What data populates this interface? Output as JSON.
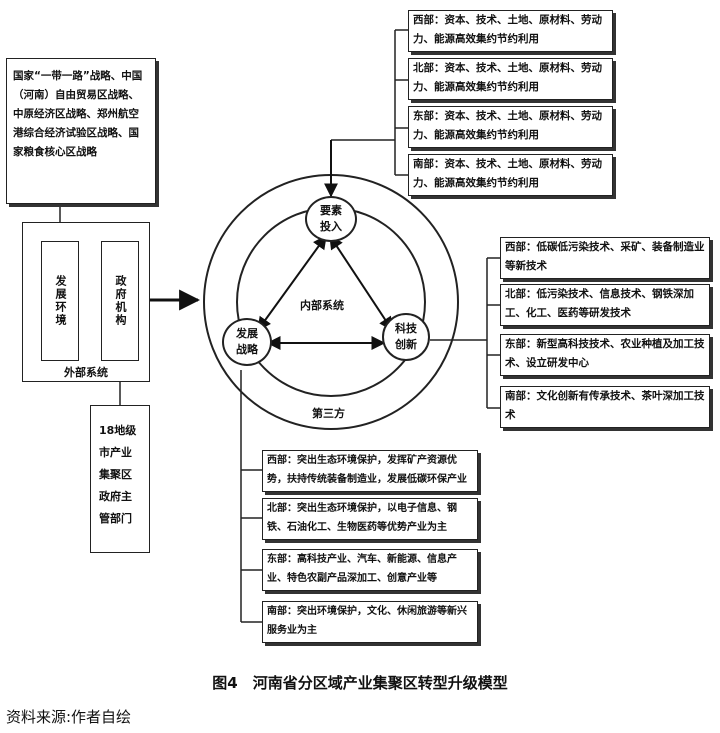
{
  "top_left": {
    "strategy_text": "国家“一带一路”战略、中国（河南）自由贸易区战略、中原经济区战略、郑州航空港综合经济试验区战略、国家粮食核心区战略"
  },
  "external_system": {
    "label": "外部系统",
    "dev_env": "发展环境",
    "gov_org": "政府机构"
  },
  "gov_dept": "18地级市产业集聚区政府主管部门",
  "circle": {
    "node_top": "要素投入",
    "node_left": "发展战略",
    "node_right": "科技创新",
    "inner_label": "内部系统",
    "outer_label": "第三方"
  },
  "factors": [
    "西部：资本、技术、土地、原材料、劳动力、能源高效集约节约利用",
    "北部：资本、技术、土地、原材料、劳动力、能源高效集约节约利用",
    "东部：资本、技术、土地、原材料、劳动力、能源高效集约节约利用",
    "南部：资本、技术、土地、原材料、劳动力、能源高效集约节约利用"
  ],
  "tech": [
    "西部：低碳低污染技术、采矿、装备制造业等新技术",
    "北部：低污染技术、信息技术、钢铁深加工、化工、医药等研发技术",
    "东部：新型高科技技术、农业种植及加工技术、设立研发中心",
    "南部：文化创新有传承技术、茶叶深加工技术"
  ],
  "strategy": [
    "西部：突出生态环境保护，发挥矿产资源优势，扶持传统装备制造业，发展低碳环保产业",
    "北部：突出生态环境保护，以电子信息、钢铁、石油化工、生物医药等优势产业为主",
    "东部：高科技产业、汽车、新能源、信息产业、特色农副产品深加工、创意产业等",
    "南部：突出环境保护，文化、休闲旅游等新兴服务业为主"
  ],
  "caption": "图4　河南省分区域产业集聚区转型升级模型",
  "source": "资料来源:作者自绘"
}
